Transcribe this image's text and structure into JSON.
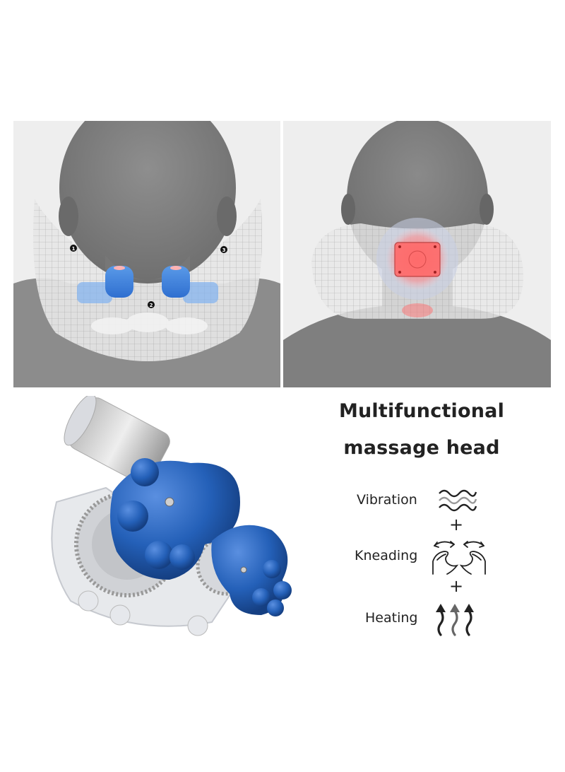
{
  "header": {
    "title_line1": "Multifunctional",
    "title_line2": "massage head"
  },
  "panels": {
    "left": {
      "description": "Front view of U-shaped neck massager with two blue kneading heads",
      "markers": [
        "1",
        "2",
        "3"
      ]
    },
    "right": {
      "description": "Back view of neck massager with red heating pad"
    },
    "device": {
      "description": "Exploded view of massage head mechanism with blue kneading nodes and gears"
    }
  },
  "features": [
    {
      "label": "Vibration",
      "icon": "wave-icon"
    },
    {
      "label": "Kneading",
      "icon": "kneading-hands-icon"
    },
    {
      "label": "Heating",
      "icon": "heat-arrows-icon"
    }
  ],
  "separator": "+",
  "colors": {
    "panel_bg": "#eeeeee",
    "body_gray": "#8a8a8a",
    "head_gray": "#7a7a7a",
    "kneading_blue": "#2f6fd0",
    "heating_red": "#ff4a4a",
    "text": "#222222"
  }
}
